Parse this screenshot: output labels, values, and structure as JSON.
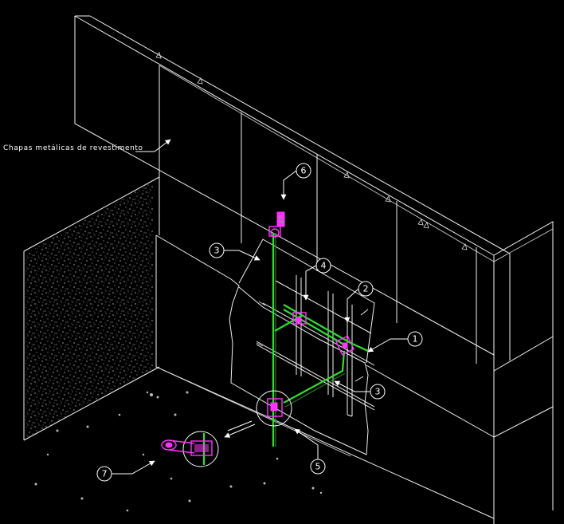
{
  "annotation": {
    "cladding_label": "Chapas metálicas de revestimento"
  },
  "callouts": [
    "1",
    "2",
    "3",
    "3",
    "4",
    "5",
    "6",
    "7"
  ],
  "colors": {
    "background": "#000000",
    "linework": "#f2f2f2",
    "pipe": "#2ee02e",
    "fittings": "#ff33ff"
  }
}
